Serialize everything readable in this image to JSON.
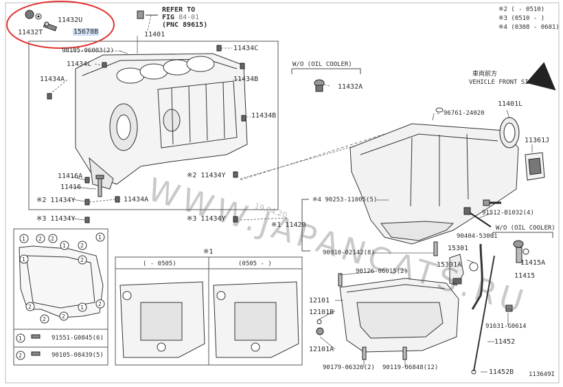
{
  "diagram_id": "113649I",
  "refer": {
    "line1": "REFER TO",
    "line2_prefix": "FIG",
    "line2_num": "84-01",
    "line3": "(PNC 89615)"
  },
  "notes": [
    "※2 (     - 0510)",
    "※3 (0510 -       )",
    "※4 (0308 - 0601)"
  ],
  "vehicle_front": {
    "jp": "車両前方",
    "en": "VEHICLE FRONT SIDE"
  },
  "wo_oil_cooler": "W/O (OIL COOLER)",
  "parts": {
    "p11432U": "11432U",
    "p11432T": "11432T",
    "p15678B": "15678B",
    "p11401": "11401",
    "p90105_06003": "90105-06003(2)",
    "p11434C_a": "11434C",
    "p11434C_b": "11434C",
    "p11434A_a": "11434A",
    "p11434B_a": "11434B",
    "p11434B_b": "11434B",
    "p11432A": "11432A",
    "p96761": "96761-24020",
    "p11401L": "11401L",
    "p11361J": "11361J",
    "p11416A": "11416A",
    "p11416": "11416",
    "p11434Y_a": "※2 11434Y",
    "p11434A_b": "11434A",
    "p11434Y_b": "※3 11434Y",
    "p11434Y_c": "※2 11434Y",
    "p11434Y_d": "※3 11434Y",
    "p90253": "※4 90253-11005(5)",
    "p11420": "※1 11420",
    "p90512": "91512-B1032(4)",
    "p90404": "90404-53001",
    "p15301": "15301",
    "p15301A": "15301A",
    "p90910": "90910-02142(8)",
    "p90126": "90126-06015(2)",
    "p11415A": "11415A",
    "p11415": "11415",
    "p12101": "12101",
    "p12101B": "12101B",
    "p12101A": "12101A",
    "p91631": "91631-G0614",
    "p11452": "11452",
    "p11452B": "11452B",
    "p90179": "90179-06326(2)",
    "p90119": "90119-06848(12)"
  },
  "inset_note": "※1",
  "inset_left": "(     - 0505)",
  "inset_right": "(0505 -     )",
  "legend": [
    {
      "num": "1",
      "code": "91551-G0845(6)"
    },
    {
      "num": "2",
      "code": "90105-08439(5)"
    }
  ],
  "circle_labels": [
    "1",
    "2",
    "2",
    "1",
    "2",
    "1",
    "1",
    "2",
    "2",
    "2",
    "2",
    "1",
    "2"
  ],
  "watermark": "WWW.JAPANCATS.RU",
  "watermark_date": "19.04.20"
}
